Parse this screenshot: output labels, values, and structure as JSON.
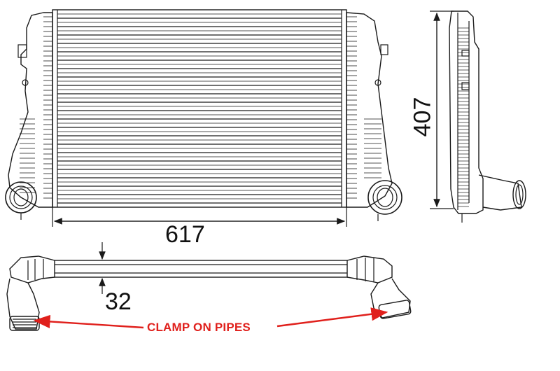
{
  "dimensions": {
    "width": "617",
    "height": "407",
    "depth": "32"
  },
  "annotation": {
    "label": "CLAMP ON PIPES",
    "color": "#e0201c"
  },
  "line_color": "#1a1a1a"
}
